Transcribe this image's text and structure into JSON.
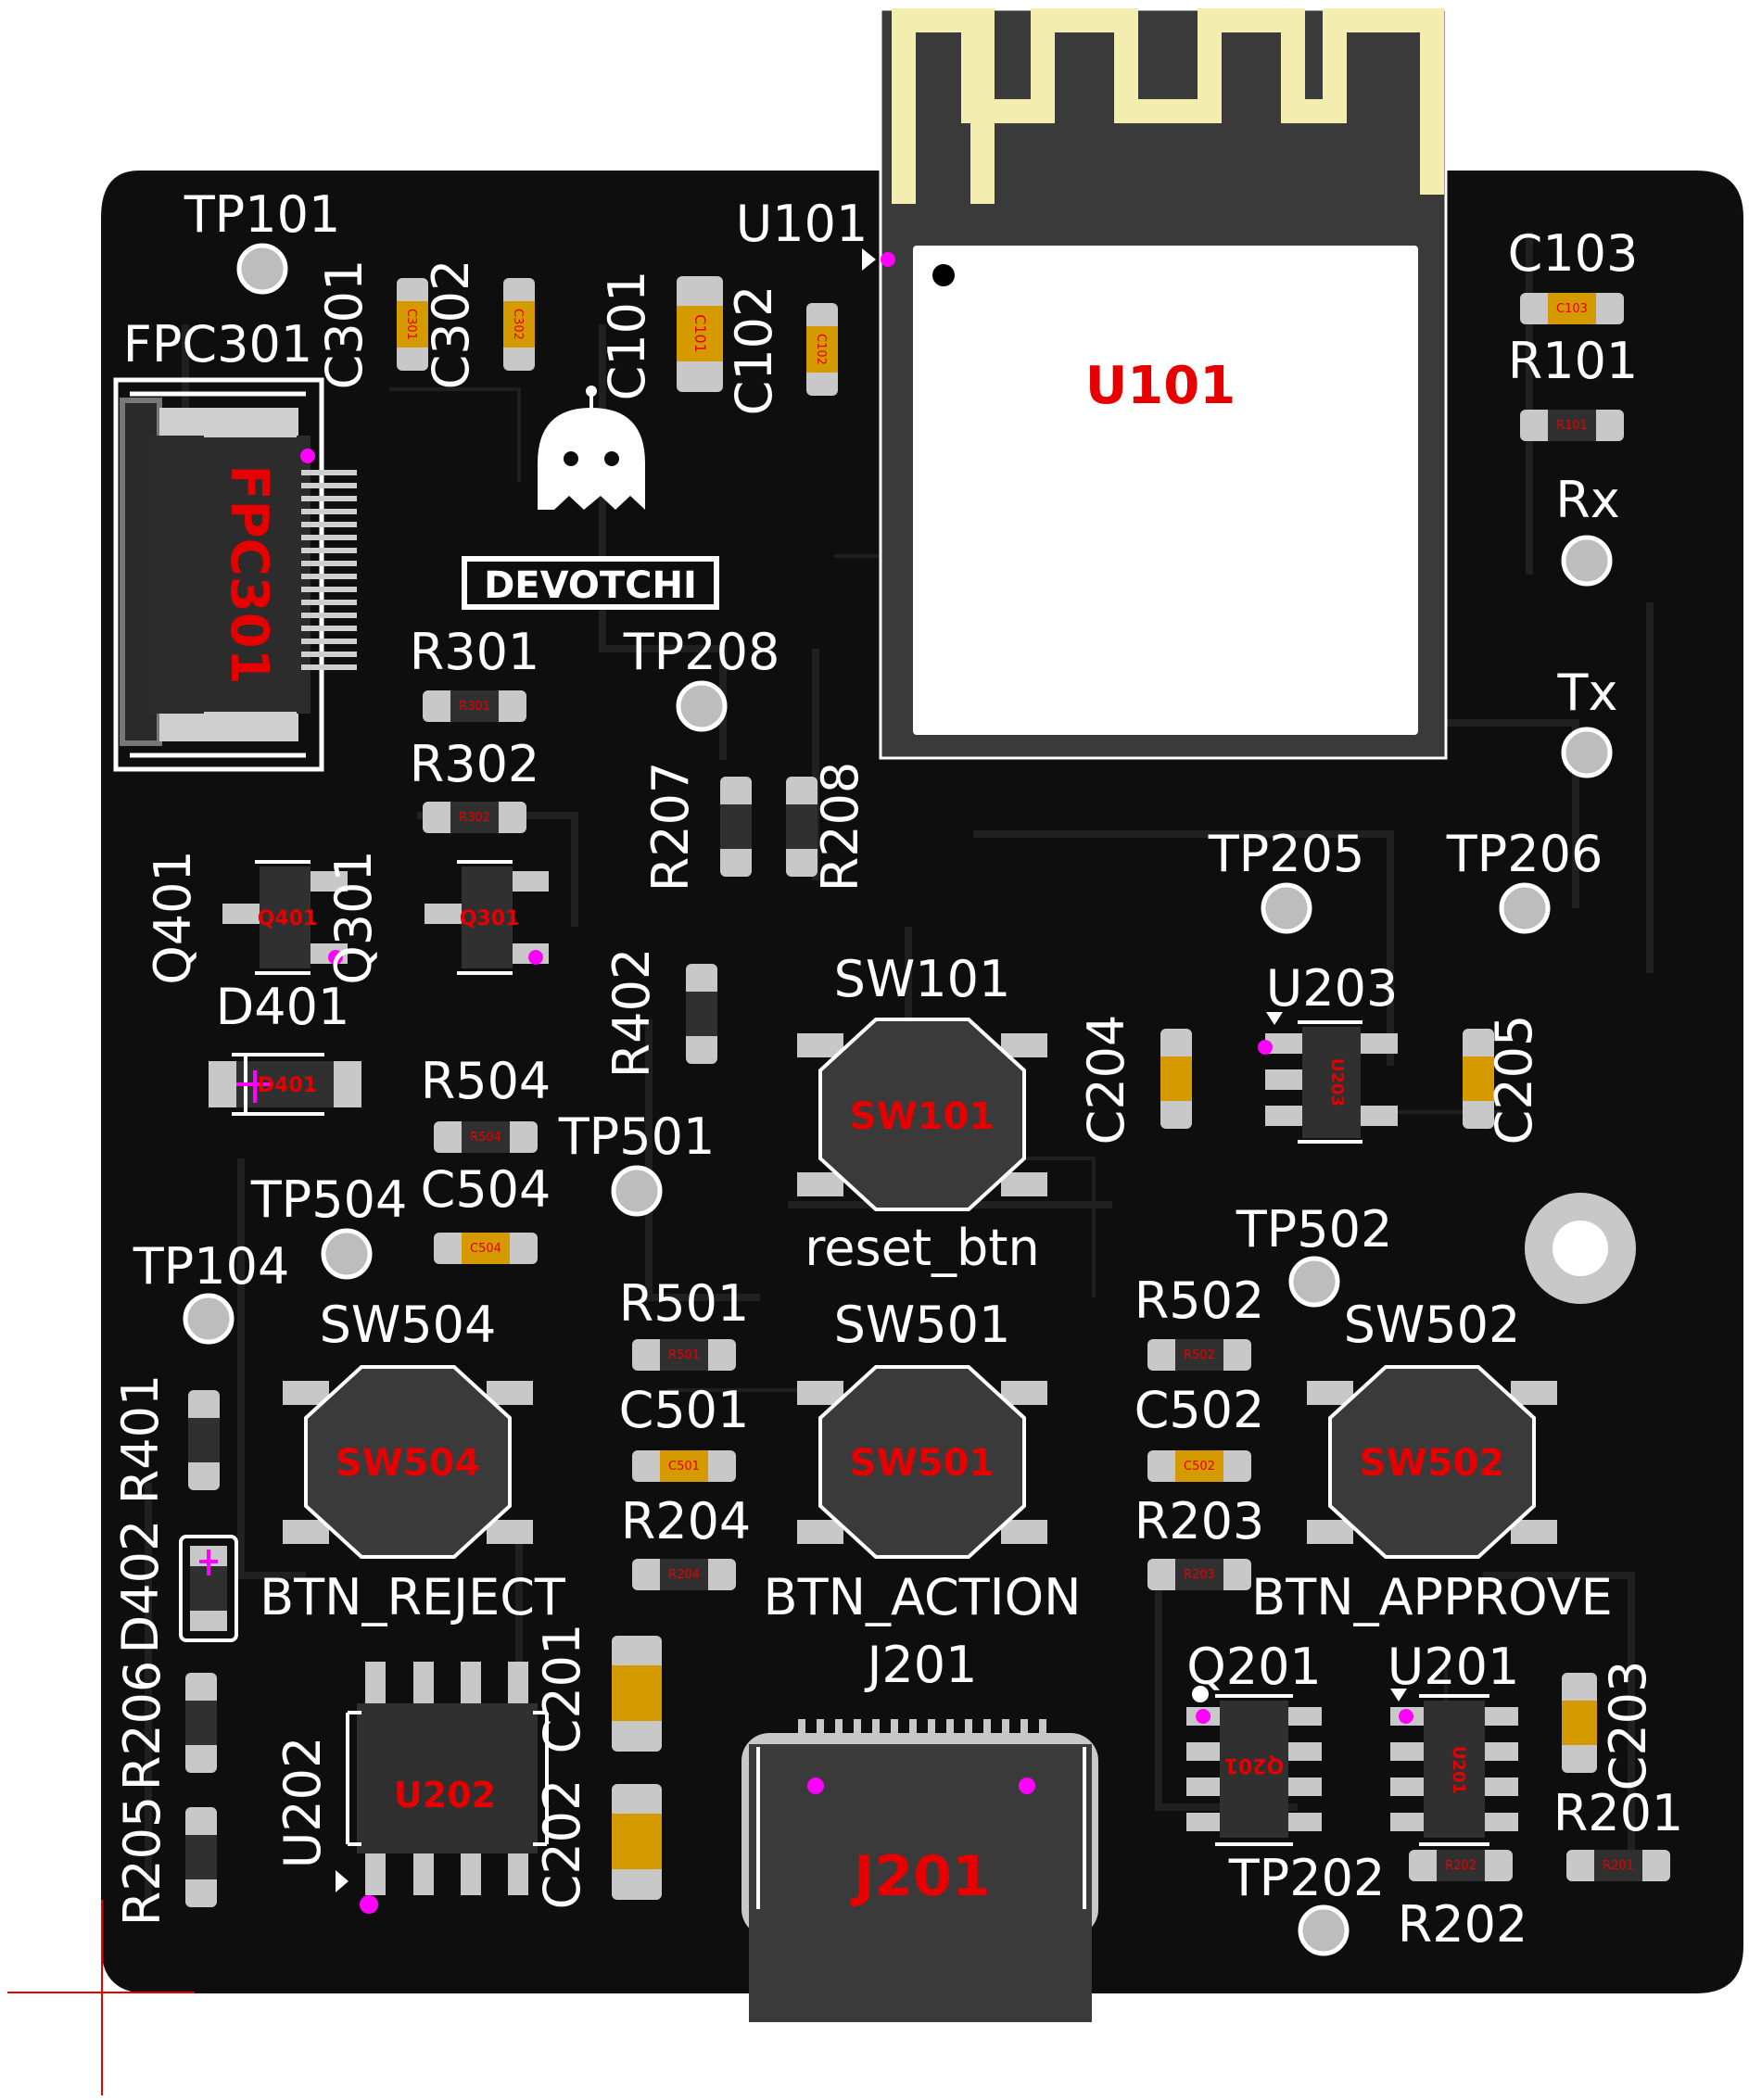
{
  "board": {
    "logo_text": "DEVOTCHI",
    "colors": {
      "pcb": "#0e0e0e",
      "trace": "#1c1c1c",
      "silk": "#ffffff",
      "fab_red": "#e60000",
      "pad": "#c8c8c8",
      "cap_body": "#d49a00",
      "antenna": "#f3eeb0",
      "marker": "#ff00ff",
      "module_body": "#3a3a3a"
    }
  },
  "labels": {
    "tp101": "TP101",
    "fpc301": "FPC301",
    "c301": "C301",
    "c302": "C302",
    "c101": "C101",
    "c102": "C102",
    "u101": "U101",
    "c103": "C103",
    "r101": "R101",
    "rx": "Rx",
    "tx": "Tx",
    "r301": "R301",
    "tp208": "TP208",
    "r302": "R302",
    "r207": "R207",
    "r208": "R208",
    "q401": "Q401",
    "q301": "Q301",
    "tp205": "TP205",
    "tp206": "TP206",
    "sw101": "SW101",
    "u203": "U203",
    "d401": "D401",
    "r402": "R402",
    "c204": "C204",
    "c205": "C205",
    "r504": "R504",
    "tp501": "TP501",
    "tp504": "TP504",
    "c504": "C504",
    "reset_btn": "reset_btn",
    "tp502": "TP502",
    "tp104": "TP104",
    "r501": "R501",
    "sw504": "SW504",
    "sw501": "SW501",
    "r502": "R502",
    "sw502": "SW502",
    "r401": "R401",
    "c501": "C501",
    "c502": "C502",
    "r204": "R204",
    "r203": "R203",
    "d402": "D402",
    "btn_reject": "BTN_REJECT",
    "btn_action": "BTN_ACTION",
    "btn_approve": "BTN_APPROVE",
    "j201": "J201",
    "r206": "R206",
    "c201": "C201",
    "q201": "Q201",
    "u201": "U201",
    "c203": "C203",
    "u202": "U202",
    "r205": "R205",
    "c202": "C202",
    "r201": "R201",
    "tp202": "TP202",
    "r202": "R202"
  },
  "fab": {
    "u101": "U101",
    "fpc301": "FPC301",
    "q401": "Q401",
    "q301": "Q301",
    "d401": "D401",
    "sw101": "SW101",
    "sw504": "SW504",
    "sw501": "SW501",
    "sw502": "SW502",
    "u202": "U202",
    "j201": "J201",
    "u203": "U203",
    "q201": "Q201",
    "u201": "U201"
  }
}
